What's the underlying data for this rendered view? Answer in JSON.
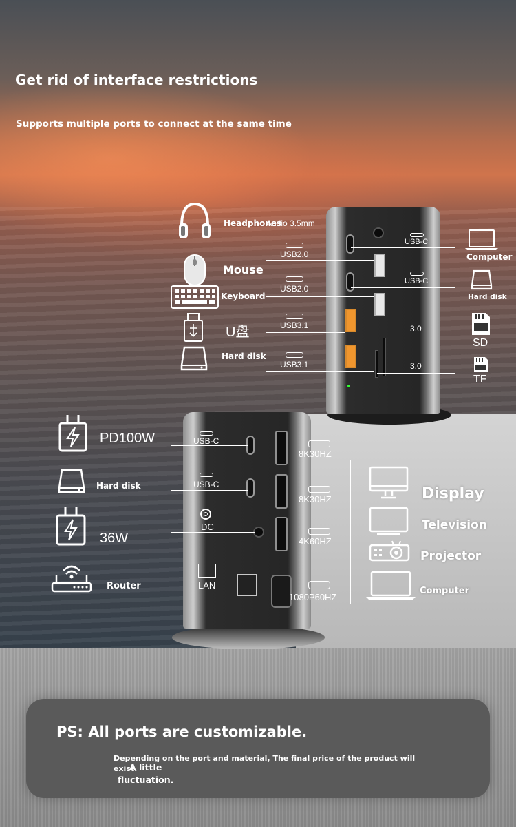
{
  "header": {
    "title": "Get rid of interface restrictions",
    "subtitle": "Supports multiple ports to connect at the same time"
  },
  "top_hub": {
    "left_devices": {
      "headphones": "Headphones",
      "mouse": "Mouse",
      "keyboard": "Keyboard",
      "u_disk": "U盘",
      "hard_disk": "Hard disk"
    },
    "ports_left": {
      "audio": "Audio 3.5mm",
      "usb1": "USB2.0",
      "usb2": "USB2.0",
      "usb3": "USB3.1",
      "usb4": "USB3.1"
    },
    "ports_right": {
      "usbc1": "USB-C",
      "usbc2": "USB-C",
      "sd_rate": "3.0",
      "tf_rate": "3.0"
    },
    "right_devices": {
      "computer": "Computer",
      "hard_disk": "Hard disk",
      "sd": "SD",
      "tf": "TF"
    }
  },
  "bottom_hub": {
    "left_devices": {
      "pd": "PD100W",
      "hard_disk": "Hard disk",
      "power": "36W",
      "router": "Router"
    },
    "ports_left": {
      "usbc1": "USB-C",
      "usbc2": "USB-C",
      "dc": "DC",
      "lan": "LAN"
    },
    "ports_right": {
      "hdmi1": "8K30HZ",
      "hdmi2": "8K30HZ",
      "hdmi3": "4K60HZ",
      "vga": "1080P60HZ"
    },
    "right_devices": {
      "display": "Display",
      "television": "Television",
      "projector": "Projector",
      "computer": "Computer"
    }
  },
  "note": {
    "title": "PS: All ports are customizable.",
    "body": "Depending on the port and material, The final price of the product will exist.",
    "body2_a": "A little",
    "body2_b": "fluctuation."
  }
}
